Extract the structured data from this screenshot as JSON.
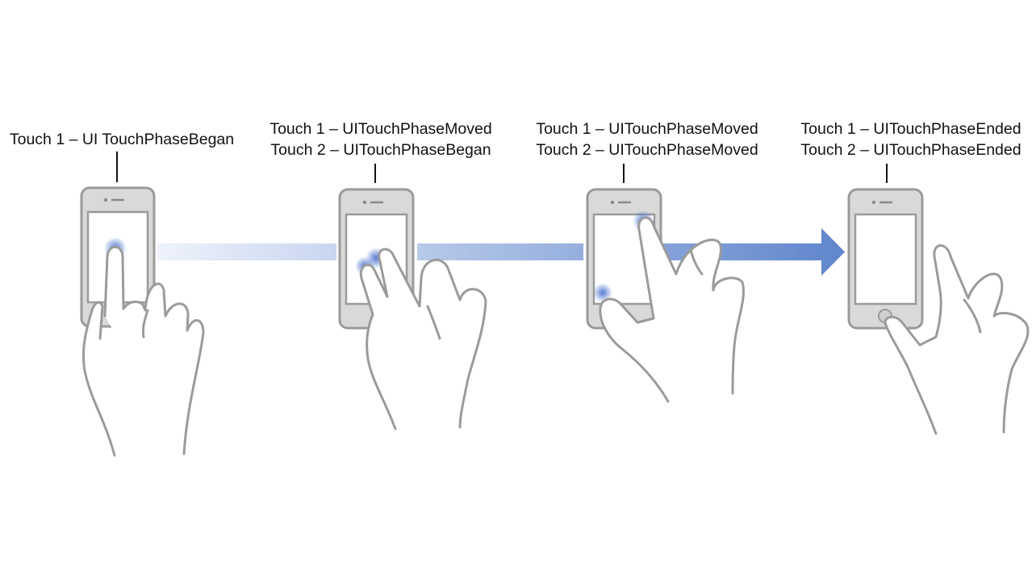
{
  "stages": [
    {
      "lines": [
        "Touch 1 – UI TouchPhaseBegan"
      ]
    },
    {
      "lines": [
        "Touch 1 – UITouchPhaseMoved",
        "Touch 2 – UITouchPhaseBegan"
      ]
    },
    {
      "lines": [
        "Touch 1 – UITouchPhaseMoved",
        "Touch 2 – UITouchPhaseMoved"
      ]
    },
    {
      "lines": [
        "Touch 1 – UITouchPhaseEnded",
        "Touch 2 – UITouchPhaseEnded"
      ]
    }
  ],
  "colors": {
    "arrow_start": "#eef2fb",
    "arrow_end": "#5f86cc",
    "device_fill": "#d9d9d9",
    "device_stroke": "#9a9a9a",
    "touch_glow": "#4f74cf",
    "hand_stroke": "#9b9b9b"
  }
}
